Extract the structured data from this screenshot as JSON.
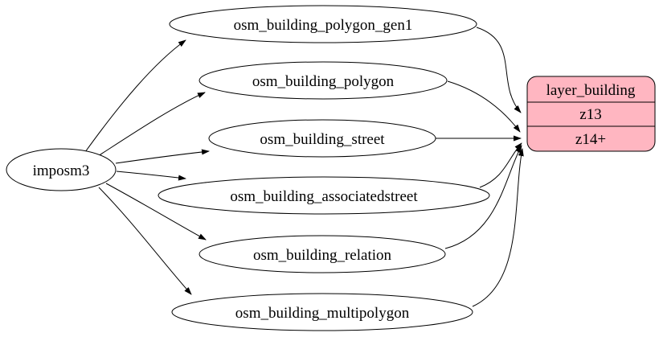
{
  "diagram": {
    "type": "graphviz-dependency-graph",
    "background_color": "#ffffff",
    "node_fill": "#ffffff",
    "edge_color": "#000000",
    "source_node": {
      "label": "imposm3"
    },
    "tables": [
      {
        "label": "osm_building_polygon_gen1"
      },
      {
        "label": "osm_building_polygon"
      },
      {
        "label": "osm_building_street"
      },
      {
        "label": "osm_building_associatedstreet"
      },
      {
        "label": "osm_building_relation"
      },
      {
        "label": "osm_building_multipolygon"
      }
    ],
    "layer_node": {
      "title": "layer_building",
      "rows": [
        "z13",
        "z14+"
      ],
      "fill": "#ffb6c1",
      "stroke": "#000000"
    },
    "edges": [
      {
        "from": "imposm3",
        "to": "osm_building_polygon_gen1"
      },
      {
        "from": "imposm3",
        "to": "osm_building_polygon"
      },
      {
        "from": "imposm3",
        "to": "osm_building_street"
      },
      {
        "from": "imposm3",
        "to": "osm_building_associatedstreet"
      },
      {
        "from": "imposm3",
        "to": "osm_building_relation"
      },
      {
        "from": "imposm3",
        "to": "osm_building_multipolygon"
      },
      {
        "from": "osm_building_polygon_gen1",
        "to": "layer_building.z13"
      },
      {
        "from": "osm_building_polygon",
        "to": "layer_building.z14+"
      },
      {
        "from": "osm_building_street",
        "to": "layer_building.z14+"
      },
      {
        "from": "osm_building_associatedstreet",
        "to": "layer_building.z14+"
      },
      {
        "from": "osm_building_relation",
        "to": "layer_building.z14+"
      },
      {
        "from": "osm_building_multipolygon",
        "to": "layer_building.z14+"
      }
    ]
  }
}
